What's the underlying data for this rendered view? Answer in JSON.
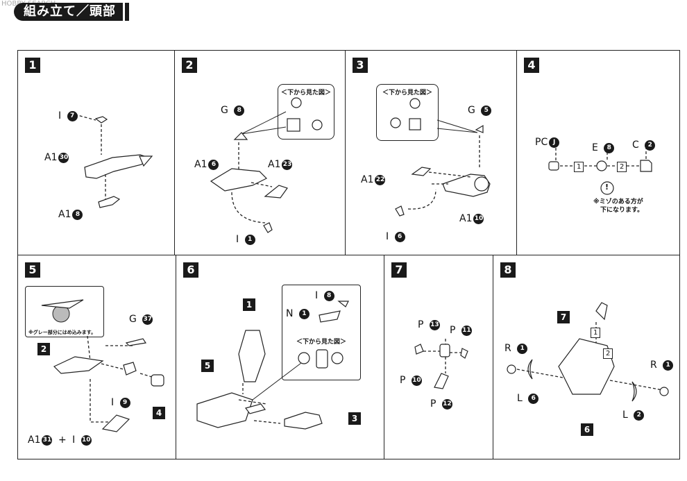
{
  "header": {
    "title": "組み立て／頭部",
    "watermark": "HOBBY SEARCH"
  },
  "steps": {
    "s1": {
      "num": "1",
      "I": "I",
      "n7": "7",
      "A1a": "A1",
      "n30": "30",
      "A1b": "A1",
      "n8": "8"
    },
    "s2": {
      "num": "2",
      "box_title": "＜下から見た図＞",
      "G": "G",
      "n8": "8",
      "A1a": "A1",
      "n6": "6",
      "A1b": "A1",
      "n23": "23",
      "I": "I",
      "n1": "1"
    },
    "s3": {
      "num": "3",
      "box_title": "＜下から見た図＞",
      "G": "G",
      "n5": "5",
      "A1a": "A1",
      "n22": "22",
      "A1b": "A1",
      "n10": "10",
      "I": "I",
      "n6": "6"
    },
    "s4": {
      "num": "4",
      "PC": "PC",
      "nJ": "J",
      "E": "E",
      "n8": "8",
      "C": "C",
      "n2": "2",
      "sq1": "1",
      "sq2": "2",
      "note1": "※ミゾのある方が",
      "note2": "下になります。",
      "excl": "!"
    },
    "s5": {
      "num": "5",
      "note": "※グレー部分にはめ込みます。",
      "G": "G",
      "n37": "37",
      "tag2": "2",
      "tag4": "4",
      "I": "I",
      "n9": "9",
      "A1": "A1",
      "n31": "31",
      "plus": "+",
      "I2": "I",
      "n10": "10"
    },
    "s6": {
      "num": "6",
      "tag1": "1",
      "tag5": "5",
      "tag3": "3",
      "I": "I",
      "n8": "8",
      "N": "N",
      "n1": "1",
      "box_title": "＜下から見た図＞"
    },
    "s7": {
      "num": "7",
      "Pa": "P",
      "n13": "13",
      "Pb": "P",
      "n11": "11",
      "Pc": "P",
      "n10": "10",
      "Pd": "P",
      "n12": "12"
    },
    "s8": {
      "num": "8",
      "tag7": "7",
      "tag6": "6",
      "sq1": "1",
      "sq2": "2",
      "Ra": "R",
      "n1a": "1",
      "Rb": "R",
      "n1b": "1",
      "La": "L",
      "n6": "6",
      "Lb": "L",
      "n2": "2"
    }
  }
}
